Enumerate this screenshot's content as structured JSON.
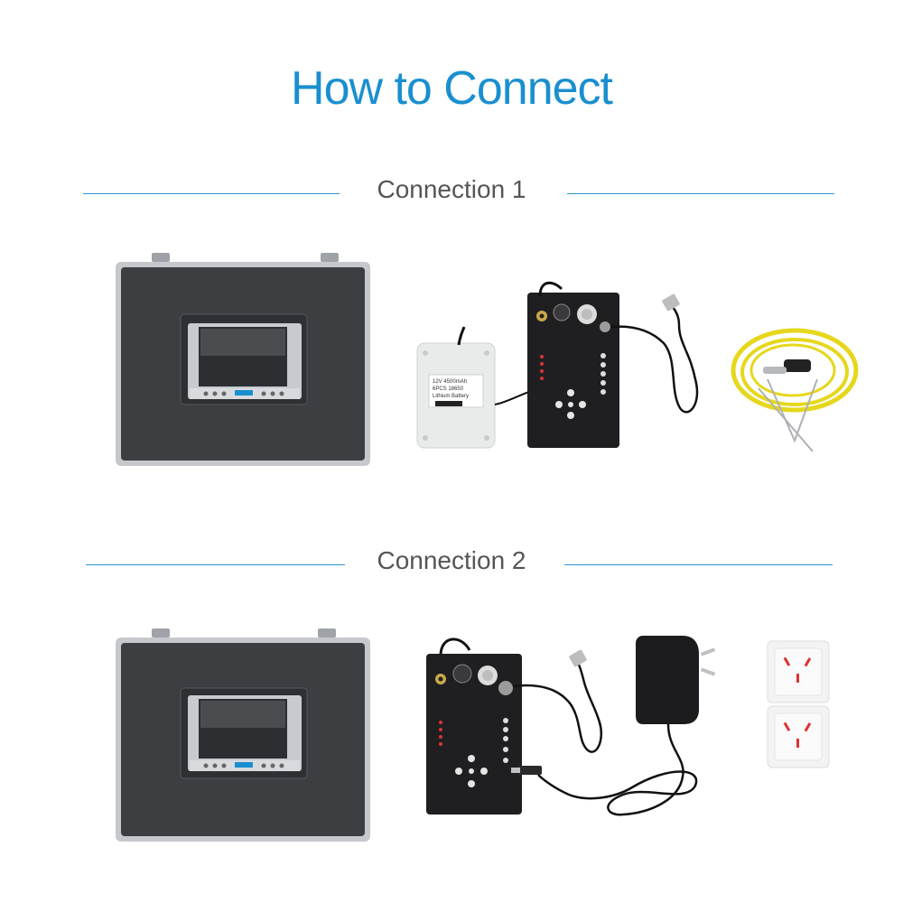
{
  "title": "How to Connect",
  "sections": [
    {
      "label": "Connection 1",
      "battery_label": [
        "12V   4500mAh",
        "6PCS   18650",
        "Lithium Battery"
      ]
    },
    {
      "label": "Connection 2"
    }
  ],
  "colors": {
    "accent": "#1a8fd0",
    "case": "#3d3e42",
    "case_rim": "#b9bcc0",
    "cable_yellow": "#e6d71c",
    "controller": "#1f1f21"
  }
}
